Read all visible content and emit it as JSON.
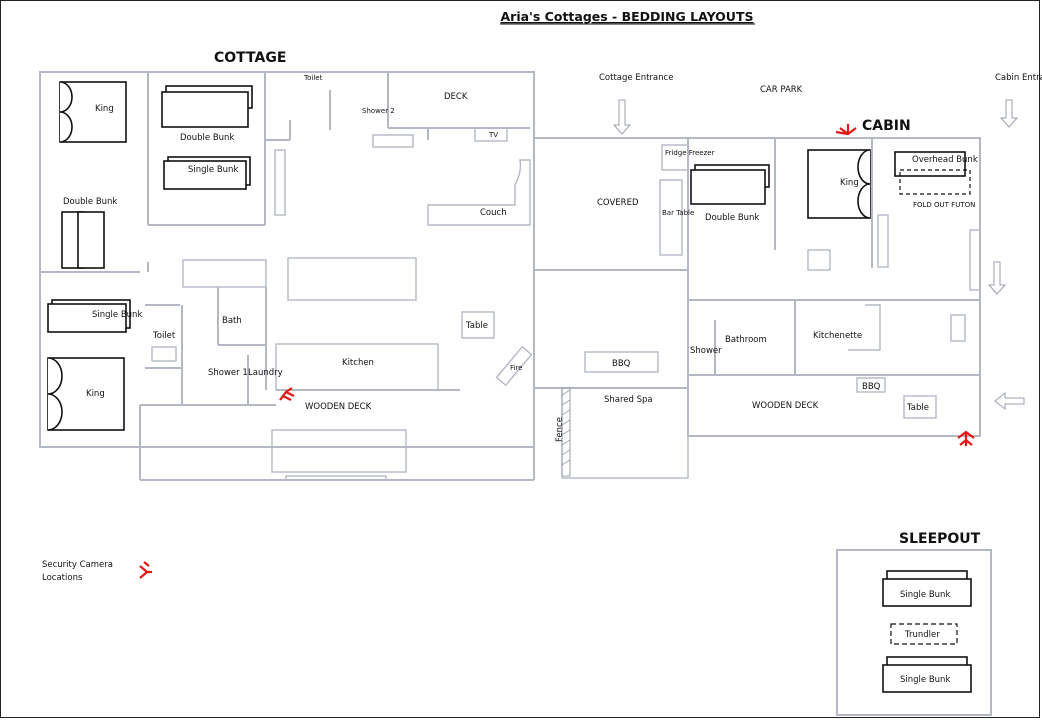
{
  "title": "Aria's Cottages - BEDDING LAYOUTS",
  "sections": {
    "cottage": "COTTAGE",
    "cabin": "CABIN",
    "sleepout": "SLEEPOUT"
  },
  "cottage_rooms": {
    "king_top": "King",
    "double_bunk_top": "Double Bunk",
    "single_bunk_mid": "Single Bunk",
    "double_bunk_left": "Double Bunk",
    "single_bunk_left": "Single Bunk",
    "king_bottom": "King",
    "toilet_top": "Toilet",
    "shower2": "Shower 2",
    "deck": "DECK",
    "tv": "TV",
    "couch": "Couch",
    "bath": "Bath",
    "toilet": "Toilet",
    "shower1": "Shower 1",
    "laundry": "Laundry",
    "kitchen": "Kitchen",
    "table": "Table",
    "fire": "Fire",
    "wooden_deck": "WOODEN DECK"
  },
  "site": {
    "cottage_entrance": "Cottage Entrance",
    "car_park": "CAR PARK",
    "cabin_entrance": "Cabin Entrance",
    "covered": "COVERED",
    "bbq": "BBQ",
    "shared_spa": "Shared Spa",
    "fence": "Fence"
  },
  "cabin_rooms": {
    "fridge": "Fridge Freezer",
    "bar_table": "Bar Table",
    "double_bunk": "Double Bunk",
    "king": "King",
    "overhead_bunk": "Overhead Bunk",
    "fold_out_futon": "FOLD OUT FUTON",
    "shower": "Shower",
    "bathroom": "Bathroom",
    "kitchenette": "Kitchenette",
    "bbq": "BBQ",
    "table": "Table",
    "wooden_deck": "WOODEN DECK"
  },
  "sleepout_beds": {
    "single_bunk_1": "Single Bunk",
    "trundler": "Trundler",
    "single_bunk_2": "Single Bunk"
  },
  "legend": {
    "camera_label": "Security Camera Locations"
  },
  "colors": {
    "wall": "#b4b8c4",
    "bed": "#111111",
    "camera": "#e01818"
  }
}
